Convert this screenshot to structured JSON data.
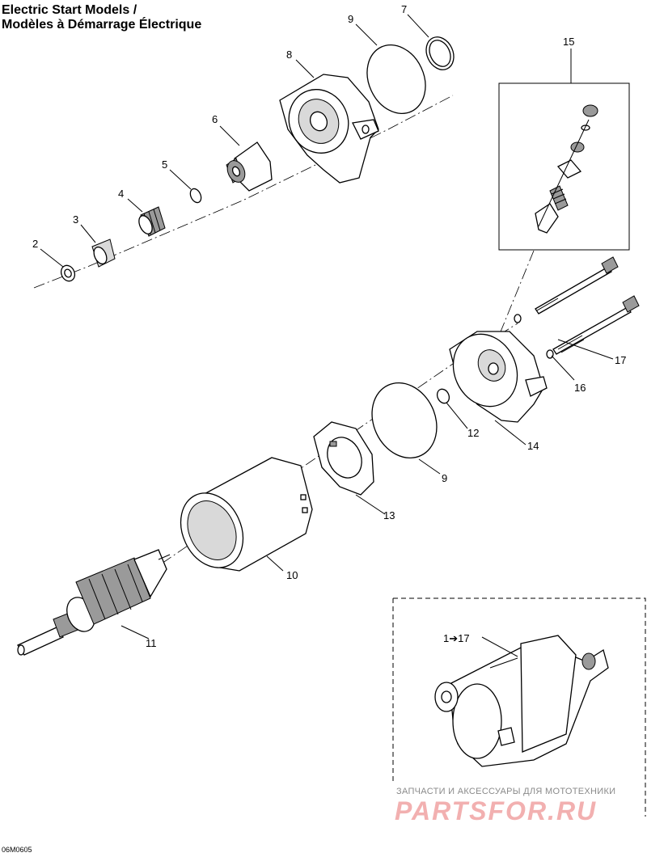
{
  "title_line1": "Electric Start Models /",
  "title_line2": "Modèles à Démarrage Électrique",
  "callouts": {
    "c2": "2",
    "c3": "3",
    "c4": "4",
    "c5": "5",
    "c6": "6",
    "c7": "7",
    "c8": "8",
    "c9a": "9",
    "c9b": "9",
    "c10": "10",
    "c11": "11",
    "c12": "12",
    "c13": "13",
    "c14": "14",
    "c15": "15",
    "c16": "16",
    "c17": "17",
    "assembly": "1➔17"
  },
  "watermark_line1": "ЗАПЧАСТИ И АКСЕССУАРЫ ДЛЯ МОТОТЕХНИКИ",
  "watermark_line2": "PARTSFOR.RU",
  "drawing_code": "06M0605"
}
